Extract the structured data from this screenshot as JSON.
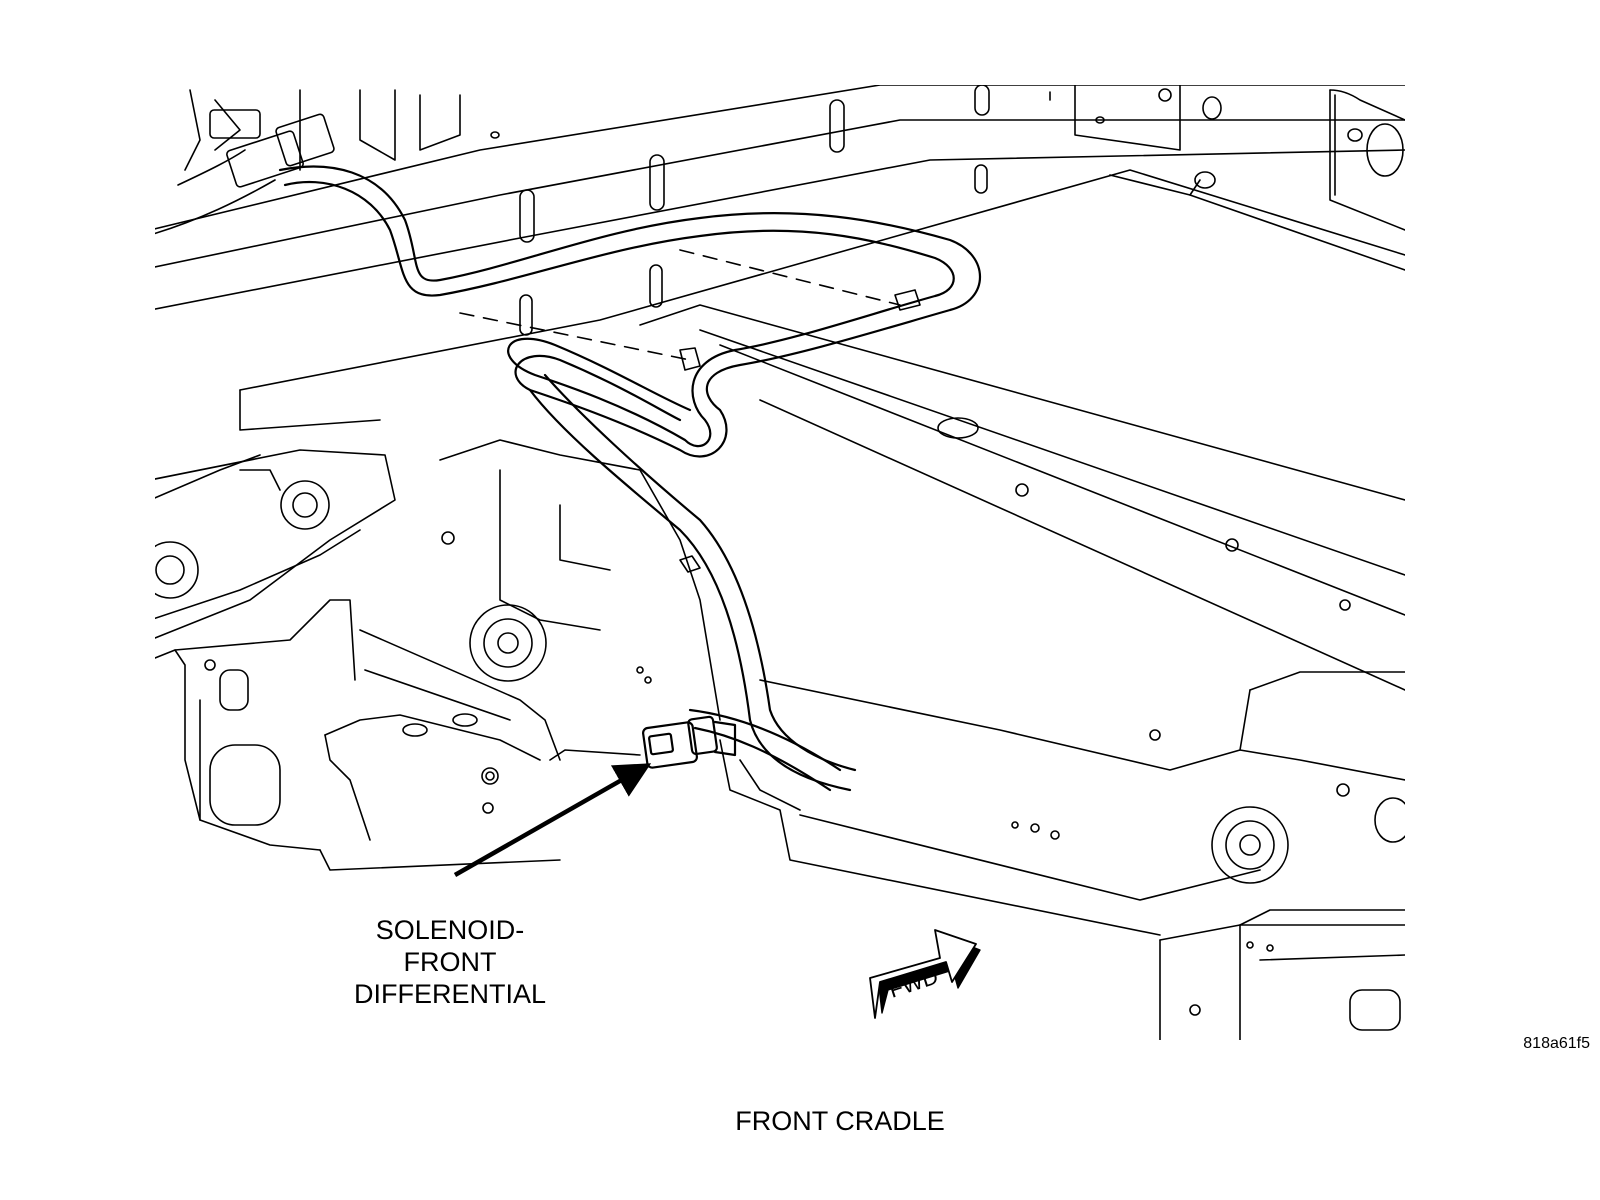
{
  "callout": {
    "line1": "SOLENOID-",
    "line2": "FRONT",
    "line3": "DIFFERENTIAL"
  },
  "direction_marker": {
    "label": "FWD",
    "icon": "forward-arrow-icon"
  },
  "figure_id": "818a61f5",
  "caption": "FRONT CRADLE",
  "colors": {
    "line": "#000000",
    "background": "#ffffff"
  }
}
